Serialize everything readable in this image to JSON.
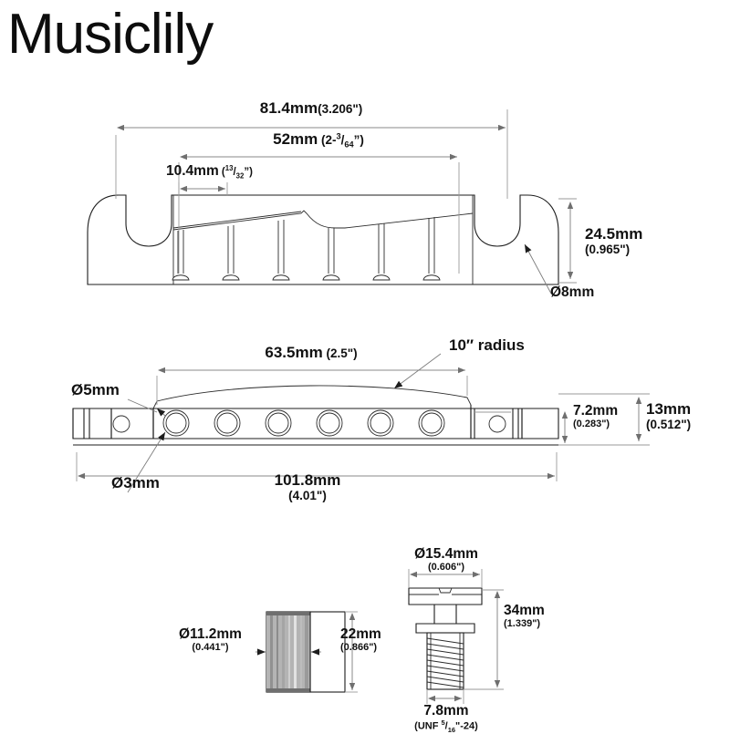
{
  "brand": {
    "name": "Musiclily"
  },
  "sheet": {
    "title": "Musiclily",
    "views": [
      {
        "id": "front-elevation",
        "name": "front elevation of bridge"
      },
      {
        "id": "plan-view",
        "name": "plan view of bridge"
      },
      {
        "id": "hardware-detail",
        "name": "insert and mounting bolt detail"
      }
    ]
  },
  "dimensions": {
    "overall_width": {
      "mm": "81.4mm",
      "inch": "(3.206\")",
      "combined": "81.4mm(3.206\")"
    },
    "string_span": {
      "mm": "52mm",
      "inch_whole": "2-",
      "inch_num": "3",
      "inch_den": "64",
      "inch": "(2-3/64\")"
    },
    "string_spacing": {
      "mm": "10.4mm",
      "inch_num": "13",
      "inch_den": "32",
      "inch": "(13/32\")"
    },
    "body_height": {
      "mm": "24.5mm",
      "inch": "(0.965\")"
    },
    "post_hole_dia": {
      "label": "Ø8mm"
    },
    "saddle_radius_span": {
      "mm": "63.5mm",
      "inch": "(2.5\")"
    },
    "radius": {
      "label": "10″ radius"
    },
    "small_hole_dia": {
      "label": "Ø5mm"
    },
    "string_hole_dia": {
      "label": "Ø3mm"
    },
    "plate_thickness": {
      "mm": "7.2mm",
      "inch": "(0.283\")"
    },
    "total_thickness": {
      "mm": "13mm",
      "inch": "(0.512\")"
    },
    "overall_length": {
      "mm": "101.8mm",
      "inch": "(4.01\")"
    },
    "insert_dia": {
      "mm": "Ø11.2mm",
      "inch": "(0.441\")"
    },
    "insert_length": {
      "mm": "22mm",
      "inch": "(0.866\")"
    },
    "bolt_head_dia": {
      "mm": "Ø15.4mm",
      "inch": "(0.606\")"
    },
    "bolt_length": {
      "mm": "34mm",
      "inch": "(1.339\")"
    },
    "bolt_thread_dia": {
      "mm": "7.8mm",
      "thread": "(UNF 5/16\"-24)",
      "thread_prefix": "(UNF ",
      "thread_num": "5",
      "thread_den": "16",
      "thread_suffix": "\"-24)"
    }
  },
  "colors": {
    "ink": "#1a1a1a",
    "dimension_line": "#8a8a8a",
    "hatch": "#b9b9b9",
    "background": "#ffffff"
  }
}
